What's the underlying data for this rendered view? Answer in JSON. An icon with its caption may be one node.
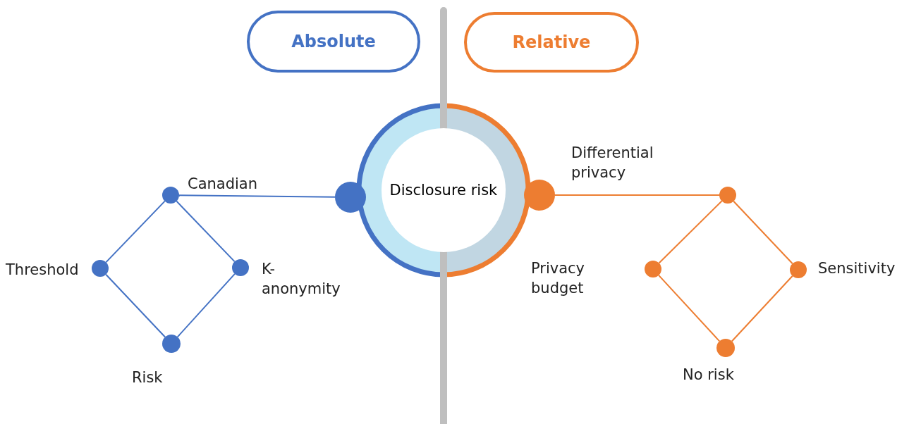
{
  "diagram": {
    "nodes": [
      {
        "text": [
          "Absolute"
        ]
      },
      {
        "text": [
          "Relative"
        ]
      },
      {
        "text": [
          "Disclosure risk"
        ]
      },
      {
        "text": [],
        "shape": "circle"
      },
      {
        "text": [],
        "shape": "circle"
      },
      {
        "text": [],
        "shape": "circle",
        "beside": [
          "Canadian"
        ]
      },
      {
        "text": [],
        "shape": "circle",
        "beside": [
          "Threshold"
        ]
      },
      {
        "text": [],
        "shape": "circle",
        "beside": [
          "K-anonymity"
        ]
      },
      {
        "text": [],
        "shape": "circle",
        "beside": [
          "Risk"
        ]
      },
      {
        "text": [],
        "shape": "circle"
      },
      {
        "text": [],
        "shape": "circle"
      },
      {
        "text": [],
        "shape": "circle",
        "beside": [
          "Sensitivity"
        ]
      },
      {
        "text": [],
        "shape": "circle",
        "beside": [
          "No risk"
        ]
      }
    ],
    "edges": [
      {
        "from": 3,
        "to": 5,
        "arrow": "none",
        "color": "#4472c4"
      },
      {
        "from": 5,
        "to": 6,
        "arrow": "none",
        "color": "#4472c4"
      },
      {
        "from": 5,
        "to": 7,
        "arrow": "none",
        "color": "#4472c4"
      },
      {
        "from": 6,
        "to": 8,
        "arrow": "none",
        "color": "#4472c4"
      },
      {
        "from": 7,
        "to": 8,
        "arrow": "none",
        "color": "#4472c4"
      },
      {
        "from": 4,
        "to": 9,
        "arrow": "none",
        "color": "#ed7d31"
      },
      {
        "from": 9,
        "to": 10,
        "arrow": "none",
        "color": "#ed7d31"
      },
      {
        "from": 9,
        "to": 11,
        "arrow": "none",
        "color": "#ed7d31"
      },
      {
        "from": 10,
        "to": 12,
        "arrow": "none",
        "color": "#ed7d31"
      },
      {
        "from": 11,
        "to": 12,
        "arrow": "none",
        "color": "#ed7d31"
      }
    ],
    "labels": [
      "Differential privacy",
      "Privacy budget"
    ]
  }
}
